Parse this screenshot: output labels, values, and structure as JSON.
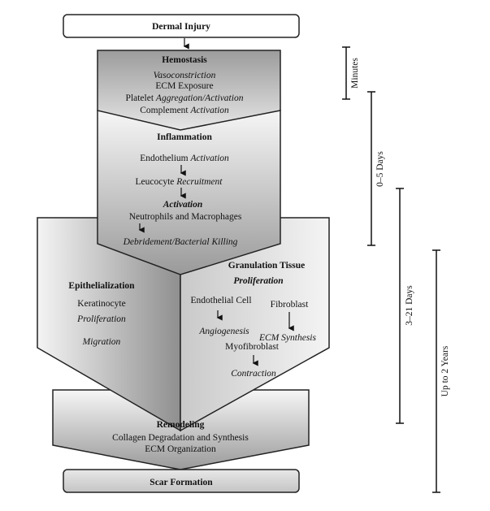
{
  "start": "Dermal Injury",
  "hemostasis": {
    "title": "Hemostasis",
    "line1": "Vasoconstriction",
    "line2": "ECM Exposure",
    "line3_a": "Platelet ",
    "line3_b": "Aggregation/Activation",
    "line4_a": "Complement ",
    "line4_b": "Activation"
  },
  "inflammation": {
    "title": "Inflammation",
    "line1_a": "Endothelium ",
    "line1_b": "Activation",
    "line2_a": "Leucocyte ",
    "line2_b": "Recruitment",
    "activation": "Activation",
    "cells": "Neutrophils and Macrophages",
    "debridement": "Debridement/Bacterial Killing"
  },
  "epithelialization": {
    "title": "Epithelialization",
    "line1": "Keratinocyte",
    "line2": "Proliferation",
    "line3": "Migration"
  },
  "granulation": {
    "title": "Granulation Tissue",
    "subtitle": "Proliferation",
    "endothelial": "Endothelial Cell",
    "fibroblast": "Fibroblast",
    "angiogenesis": "Angiogenesis",
    "ecm_synthesis": "ECM Synthesis",
    "myofibroblast": "Myofibroblast",
    "contraction": "Contraction"
  },
  "remodeling": {
    "title": "Remodeling",
    "line1": "Collagen Degradation and Synthesis",
    "line2": "ECM Organization"
  },
  "end": "Scar Formation",
  "timeline": {
    "minutes": "Minutes",
    "days_0_5": "0–5 Days",
    "days_3_21": "3–21 Days",
    "years": "Up to 2 Years"
  }
}
